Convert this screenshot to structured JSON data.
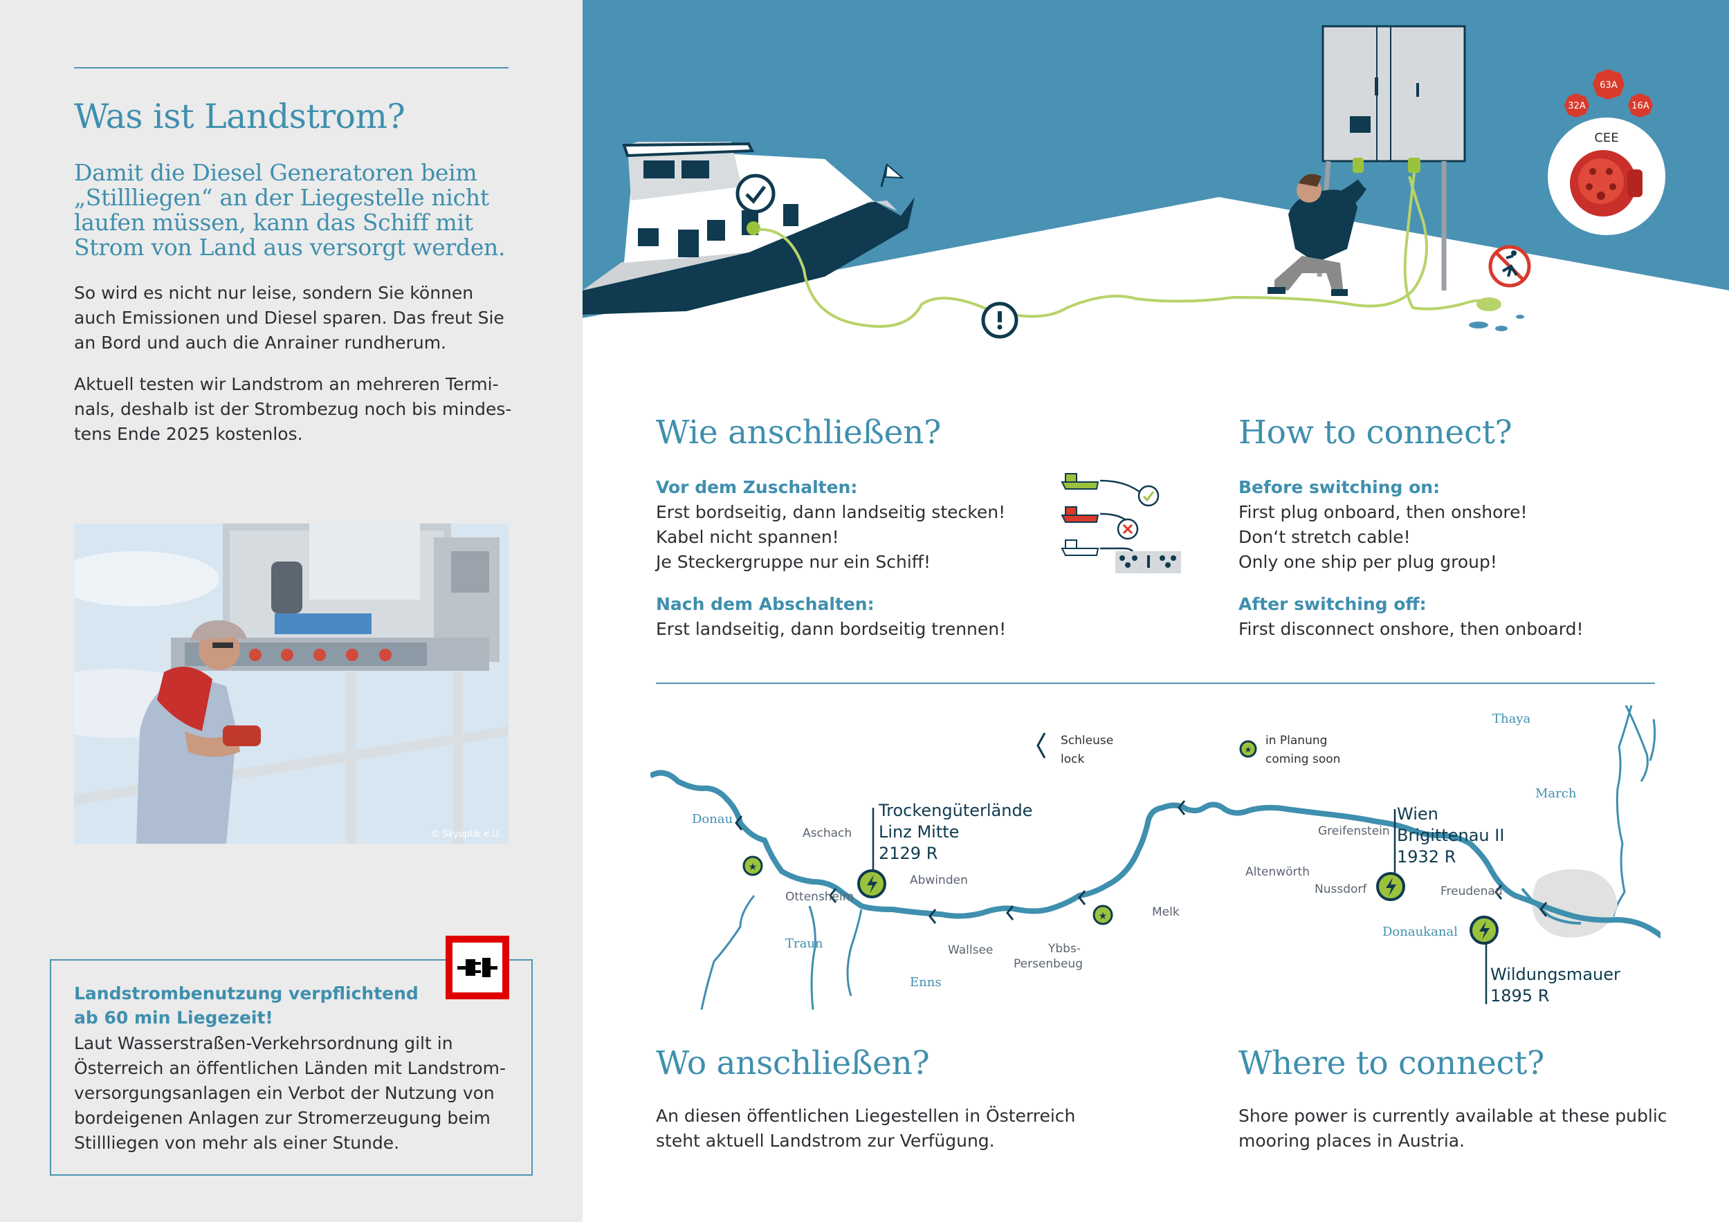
{
  "left": {
    "title": "Was ist Landstrom?",
    "lead": "Damit die Diesel Generatoren beim „Stillliegen“ an der Liegestelle nicht laufen müssen, kann das Schiff mit Strom von Land aus versorgt werden.",
    "para1": "So wird es nicht nur leise, sondern Sie können auch Emissionen und Diesel sparen. Das freut Sie an Bord und auch die Anrainer rundherum.",
    "para2": "Aktuell testen wir Landstrom an mehreren Termi­nals, deshalb ist der Strombezug noch bis mindes­tens Ende 2025 kostenlos.",
    "photo_credit": "© Skyoptik e.U.",
    "notice_title": "Landstrombenutzung verpflichtend ab 60 min Liegezeit!",
    "notice_body": "Laut Wasserstraßen-Verkehrsordnung gilt in Österreich an öffentlichen Länden mit Landstrom­versorgungsanlagen ein Verbot der Nutzung von bordeigenen Anlagen zur Stromerzeugung beim Stillliegen von mehr als einer Stunde."
  },
  "hero": {
    "connector_label": "CEE",
    "ratings": [
      "63A",
      "32A",
      "16A"
    ]
  },
  "connect_de": {
    "title": "Wie anschließen?",
    "before_title": "Vor dem Zuschalten:",
    "before_lines": [
      "Erst bordseitig, dann landseitig stecken!",
      "Kabel nicht spannen!",
      "Je Steckergruppe nur ein Schiff!"
    ],
    "after_title": "Nach dem Abschalten:",
    "after_line": "Erst landseitig, dann bordseitig trennen!"
  },
  "connect_en": {
    "title": "How to connect?",
    "before_title": "Before switching on:",
    "before_lines": [
      "First plug onboard, then onshore!",
      "Don‘t stretch cable!",
      "Only one ship per plug group!"
    ],
    "after_title": "After switching off:",
    "after_line": "First disconnect onshore, then onboard!"
  },
  "map": {
    "legend": {
      "lock_de": "Schleuse",
      "lock_en": "lock",
      "plan_de": "in Planung",
      "plan_en": "coming soon"
    },
    "rivers": {
      "donau": "Donau",
      "traun": "Traun",
      "enns": "Enns",
      "thaya": "Thaya",
      "march": "March",
      "donaukanal": "Donaukanal"
    },
    "places": {
      "aschach": "Aschach",
      "ottensheim": "Ottensheim",
      "abwinden": "Abwinden",
      "wallsee": "Wallsee",
      "ybbs1": "Ybbs-",
      "ybbs2": "Persenbeug",
      "melk": "Melk",
      "altenwoerth": "Altenwörth",
      "greifenstein": "Greifenstein",
      "nussdorf": "Nussdorf",
      "freudenau": "Freudenau"
    },
    "stations": {
      "linz1": "Trockengüterlände",
      "linz2": "Linz Mitte",
      "linz3": "2129 R",
      "wien1": "Wien",
      "wien2": "Brigittenau II",
      "wien3": "1932 R",
      "wild1": "Wildungsmauer",
      "wild2": "1895 R"
    },
    "colors": {
      "river": "#3f8fae",
      "station": "#9bc23c",
      "text": "#0f3a4f"
    }
  },
  "where_de": {
    "title": "Wo anschließen?",
    "text": "An diesen öffentlichen Liegestellen in Österreich steht aktuell Landstrom zur Verfügung."
  },
  "where_en": {
    "title": "Where to connect?",
    "text": "Shore power is currently available at these public mooring places in Austria."
  }
}
